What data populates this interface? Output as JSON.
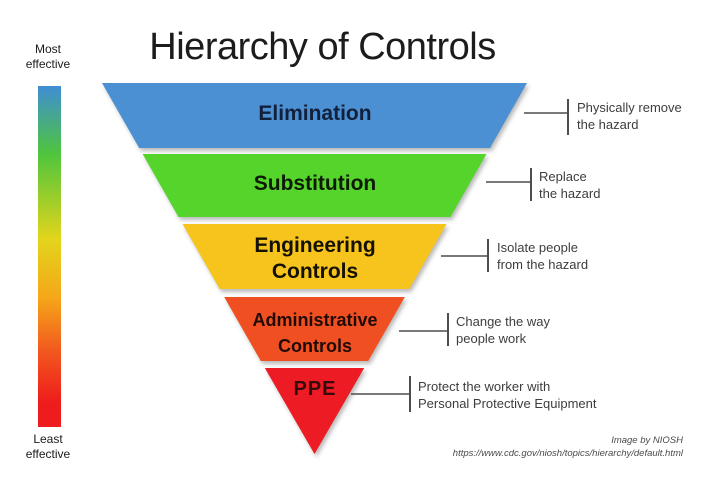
{
  "title": "Hierarchy of Controls",
  "effectiveness_scale": {
    "top_label": "Most\neffective",
    "bottom_label": "Least\neffective",
    "gradient_stops": [
      {
        "color": "#3f8ed3",
        "pos": "0%"
      },
      {
        "color": "#4fc53c",
        "pos": "20%"
      },
      {
        "color": "#e3d51c",
        "pos": "45%"
      },
      {
        "color": "#f5a719",
        "pos": "62%"
      },
      {
        "color": "#f2571e",
        "pos": "78%"
      },
      {
        "color": "#ee1c1c",
        "pos": "93%"
      }
    ]
  },
  "bands": [
    {
      "label": "Elimination",
      "color": "#4a90d2",
      "label_color": "#13203c",
      "description": "Physically remove\nthe hazard"
    },
    {
      "label": "Substitution",
      "color": "#55d42c",
      "label_color": "#0e1a06",
      "description": "Replace\nthe hazard"
    },
    {
      "label": "Engineering\nControls",
      "color": "#f6c41c",
      "label_color": "#141003",
      "description": "Isolate people\nfrom the hazard"
    },
    {
      "label": "Administrative\nControls",
      "color": "#f04f22",
      "label_color": "#200a05",
      "description": "Change the way\npeople work"
    },
    {
      "label": "PPE",
      "color": "#ed1c24",
      "label_color": "#36090b",
      "description": "Protect the worker with\nPersonal Protective Equipment"
    }
  ],
  "credit": {
    "line1": "Image by NIOSH",
    "line2": "https://www.cdc.gov/niosh/topics/hierarchy/default.html"
  }
}
